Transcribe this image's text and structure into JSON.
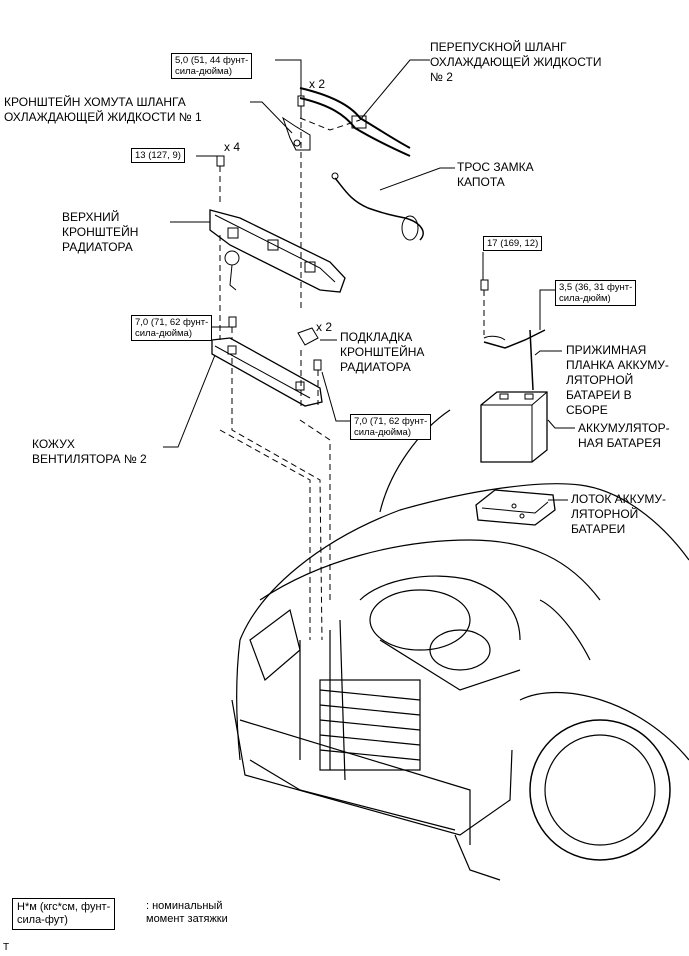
{
  "labels": {
    "bypass_hose": "ПЕРЕПУСКНОЙ ШЛАНГ\nОХЛАЖДАЮЩЕЙ ЖИДКОСТИ\n№ 2",
    "hose_clamp_bracket": "КРОНШТЕЙН ХОМУТА ШЛАНГА\nОХЛАЖДАЮЩЕЙ ЖИДКОСТИ № 1",
    "hood_lock_cable": "ТРОС ЗАМКА\nКАПОТА",
    "upper_radiator_bracket": "ВЕРХНИЙ\nКРОНШТЕЙН\nРАДИАТОРА",
    "radiator_bracket_pad": "ПОДКЛАДКА\nКРОНШТЕЙНА\nРАДИАТОРА",
    "fan_shroud": "КОЖУХ\nВЕНТИЛЯТОРА № 2",
    "battery_clamp": "ПРИЖИМНАЯ\nПЛАНКА АККУМУ-\nЛЯТОРНОЙ\nБАТАРЕИ В\nСБОРЕ",
    "battery": "АККУМУЛЯТОР-\nНАЯ БАТАРЕЯ",
    "battery_tray": "ЛОТОК АККУМУ-\nЛЯТОРНОЙ\nБАТАРЕИ"
  },
  "torques": {
    "t_5_0": "5,0 (51, 44 фунт-\nсила-дюйма)",
    "t_13": "13 (127, 9)",
    "t_7_0_left": "7,0 (71, 62 фунт-\nсила-дюйма)",
    "t_7_0_right": "7,0 (71, 62 фунт-\nсила-дюйма)",
    "t_17": "17 (169, 12)",
    "t_3_5": "3,5 (36, 31 фунт-\nсила-дюйм)"
  },
  "multipliers": {
    "x2_top": "x 2",
    "x4": "x 4",
    "x2_pad": "x 2"
  },
  "legend": {
    "units": "Н*м (кгс*см, фунт-\nсила-фут)",
    "meaning": ": номинальный\nмомент затяжки"
  },
  "corner_mark": "T"
}
